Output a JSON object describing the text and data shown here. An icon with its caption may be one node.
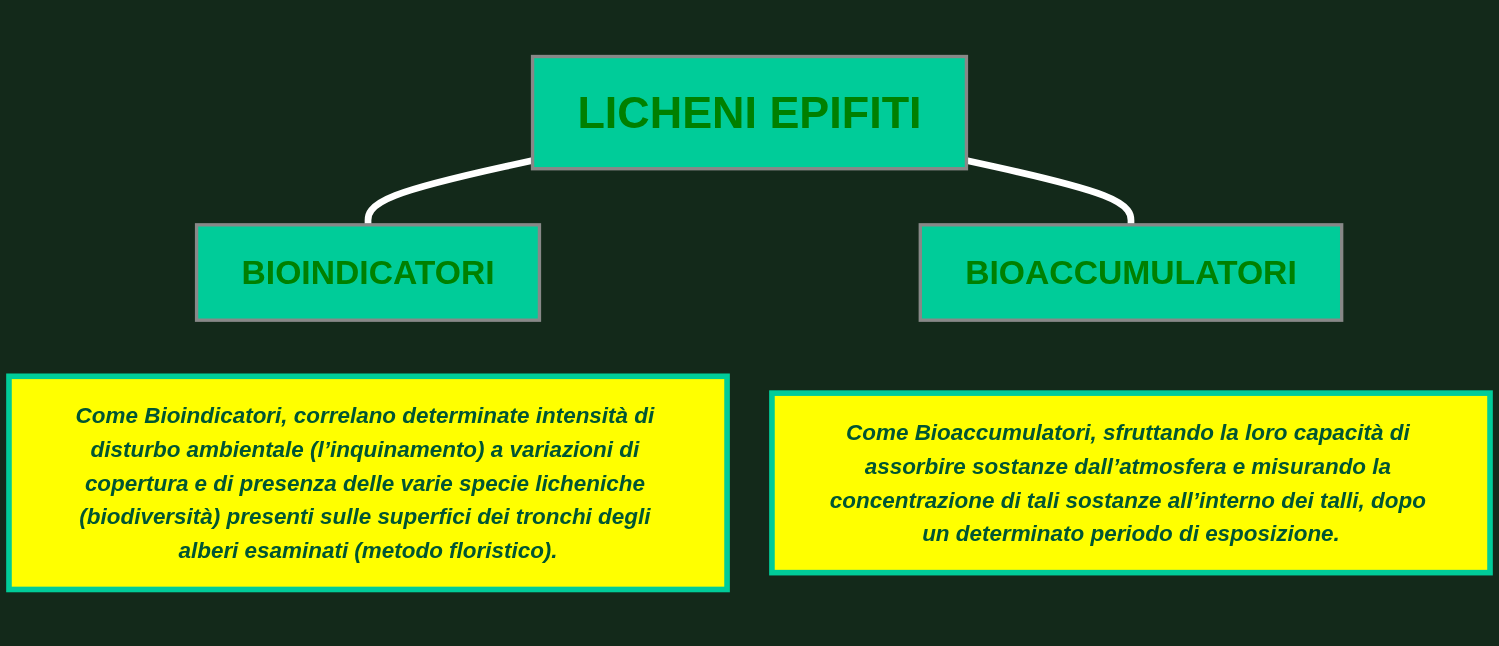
{
  "diagram": {
    "nodes": [
      {
        "text": [
          "LICHENI EPIFITI"
        ]
      },
      {
        "text": [
          "BIOINDICATORI"
        ]
      },
      {
        "text": [
          "BIOACCUMULATORI"
        ]
      },
      {
        "text": [
          "Come Bioindicatori, correlano determinate intensità di disturbo ambientale (l’inquinamento) a variazioni di copertura e di presenza delle varie specie licheniche (biodiversità) presenti sulle superfici dei tronchi degli alberi esaminati (metodo floristico)."
        ]
      },
      {
        "text": [
          "Come Bioaccumulatori, sfruttando la loro capacità di assorbire sostanze dall’atmosfera e misurando la concentrazione di tali sostanze all’interno dei talli, dopo un determinato periodo di esposizione."
        ]
      }
    ],
    "edges": [
      {
        "from": 0,
        "to": 1,
        "arrow": "none"
      },
      {
        "from": 0,
        "to": 2,
        "arrow": "none"
      }
    ]
  }
}
